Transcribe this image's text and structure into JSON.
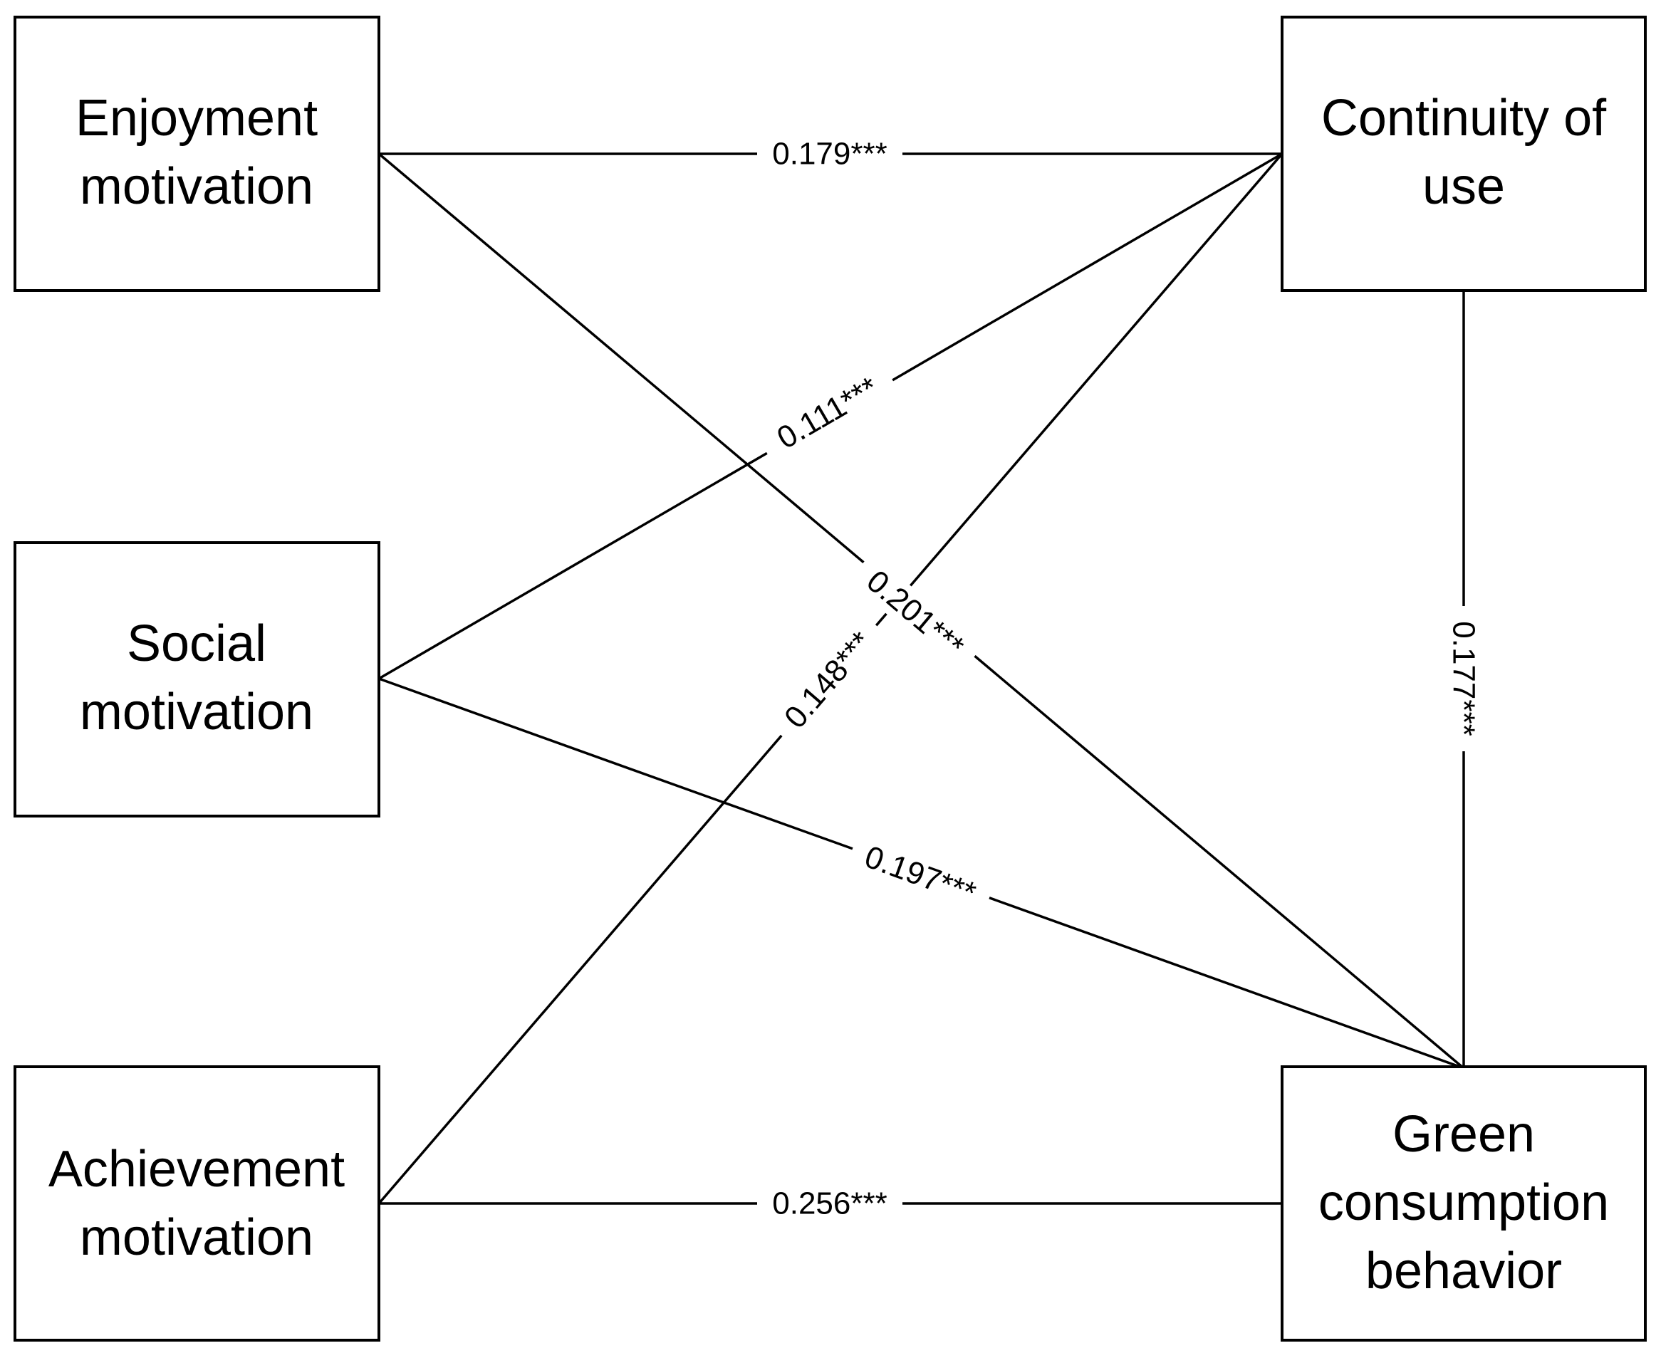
{
  "nodes": {
    "enjoyment": {
      "lines": [
        "Enjoyment",
        "motivation"
      ]
    },
    "social": {
      "lines": [
        "Social",
        "motivation"
      ]
    },
    "achievement": {
      "lines": [
        "Achievement",
        "motivation"
      ]
    },
    "continuity": {
      "lines": [
        "Continuity of",
        "use"
      ]
    },
    "green": {
      "lines": [
        "Green",
        "consumption",
        "behavior"
      ]
    }
  },
  "edges": {
    "enjoyment_continuity": "0.179***",
    "social_continuity": "0.111***",
    "enjoyment_green": "0.201***",
    "achievement_continuity": "0.148***",
    "continuity_green": "0.177***",
    "social_green": "0.197***",
    "achievement_green": "0.256***"
  },
  "colors": {
    "stroke": "#000000",
    "background": "#ffffff"
  }
}
